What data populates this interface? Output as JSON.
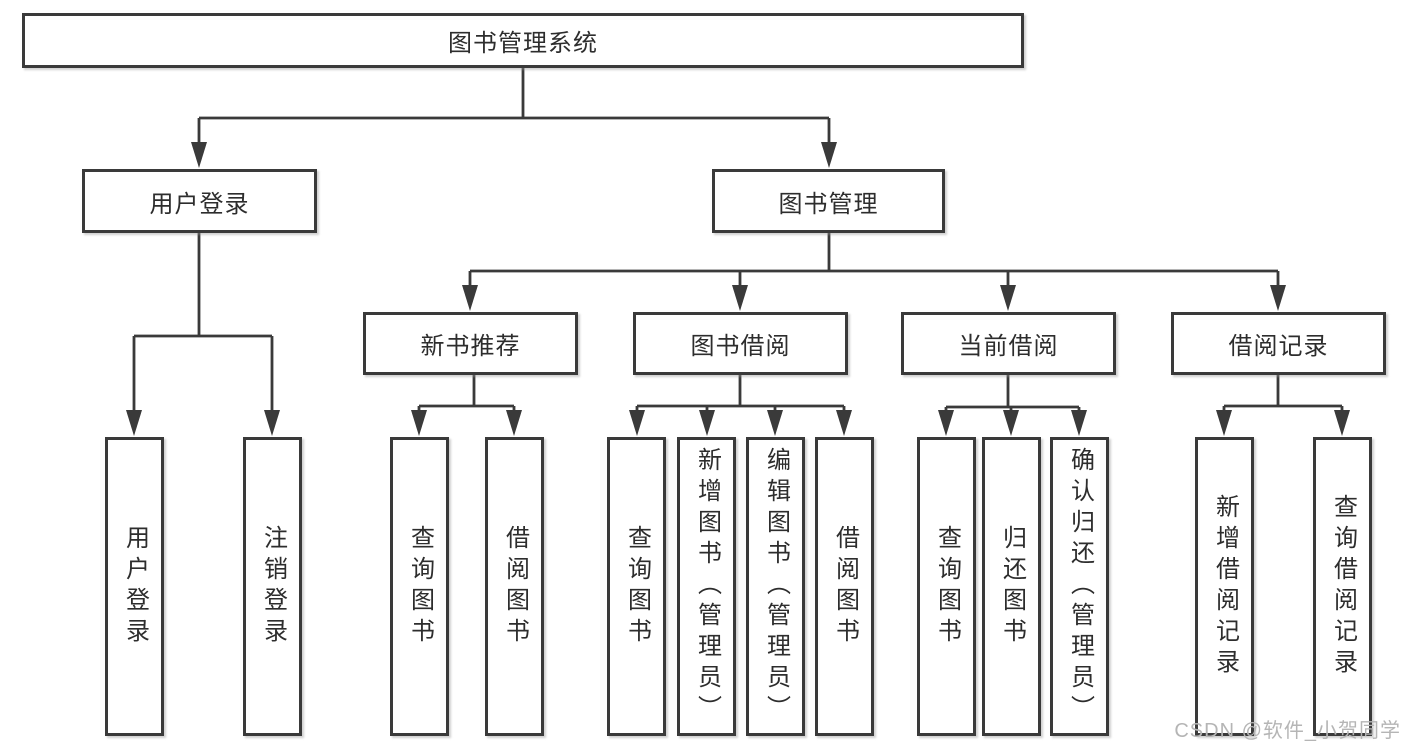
{
  "diagram_title": "图书管理系统",
  "tree": {
    "label": "图书管理系统",
    "children": [
      {
        "label": "用户登录",
        "children": [
          {
            "label": "用户登录"
          },
          {
            "label": "注销登录"
          }
        ]
      },
      {
        "label": "图书管理",
        "children": [
          {
            "label": "新书推荐",
            "children": [
              {
                "label": "查询图书"
              },
              {
                "label": "借阅图书"
              }
            ]
          },
          {
            "label": "图书借阅",
            "children": [
              {
                "label": "查询图书"
              },
              {
                "label": "新增图书（管理员）"
              },
              {
                "label": "编辑图书（管理员）"
              },
              {
                "label": "借阅图书"
              }
            ]
          },
          {
            "label": "当前借阅",
            "children": [
              {
                "label": "查询图书"
              },
              {
                "label": "归还图书"
              },
              {
                "label": "确认归还（管理员）"
              }
            ]
          },
          {
            "label": "借阅记录",
            "children": [
              {
                "label": "新增借阅记录"
              },
              {
                "label": "查询借阅记录"
              }
            ]
          }
        ]
      }
    ]
  },
  "colors": {
    "line": "#3a3a3a",
    "box_border": "#3a3a3a",
    "text": "#2d2d2d",
    "watermark": "#b5b5b5",
    "background": "#ffffff"
  },
  "watermark": "CSDN @软件_小贺同学"
}
